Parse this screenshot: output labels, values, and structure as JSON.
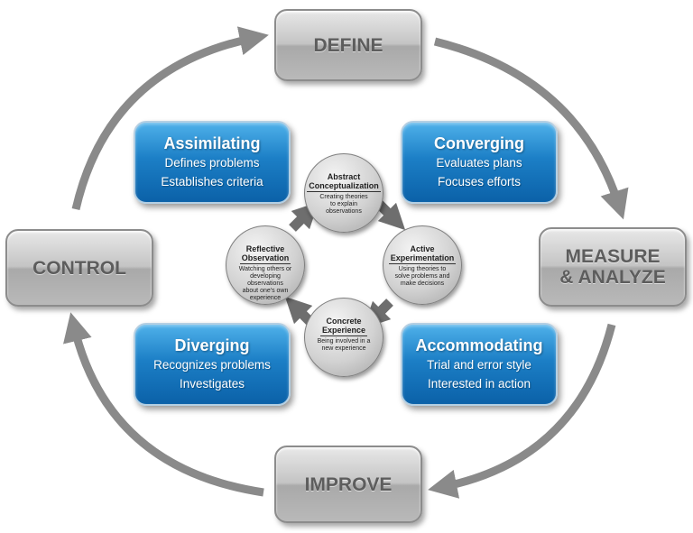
{
  "stages": {
    "define": "DEFINE",
    "measure": [
      "MEASURE",
      "& ANALYZE"
    ],
    "improve": "IMPROVE",
    "control": "CONTROL"
  },
  "styles": {
    "assimilating": {
      "title": "Assimilating",
      "lines": [
        "Defines problems",
        "Establishes criteria"
      ]
    },
    "converging": {
      "title": "Converging",
      "lines": [
        "Evaluates plans",
        "Focuses efforts"
      ]
    },
    "diverging": {
      "title": "Diverging",
      "lines": [
        "Recognizes problems",
        "Investigates"
      ]
    },
    "accommodating": {
      "title": "Accommodating",
      "lines": [
        "Trial and error style",
        "Interested in action"
      ]
    }
  },
  "phases": {
    "abstract": {
      "title": [
        "Abstract",
        "Conceptualization"
      ],
      "desc": [
        "Creating theories",
        "to explain",
        "observations"
      ]
    },
    "active": {
      "title": [
        "Active",
        "Experimentation"
      ],
      "desc": [
        "Using theories to",
        "solve problems and",
        "make decisions"
      ]
    },
    "concrete": {
      "title": [
        "Concrete",
        "Experience"
      ],
      "desc": [
        "Being involved in a",
        "new experience"
      ]
    },
    "reflective": {
      "title": [
        "Reflective",
        "Observation"
      ],
      "desc": [
        "Watching others or",
        "developing observations",
        "about one's own",
        "experience"
      ]
    }
  },
  "colors": {
    "outer_arrow": "#8a8a8a",
    "inner_arrow": "#6e6e6e",
    "style_box": "#1c7fc6",
    "stage_text": "#5d5d5d"
  }
}
